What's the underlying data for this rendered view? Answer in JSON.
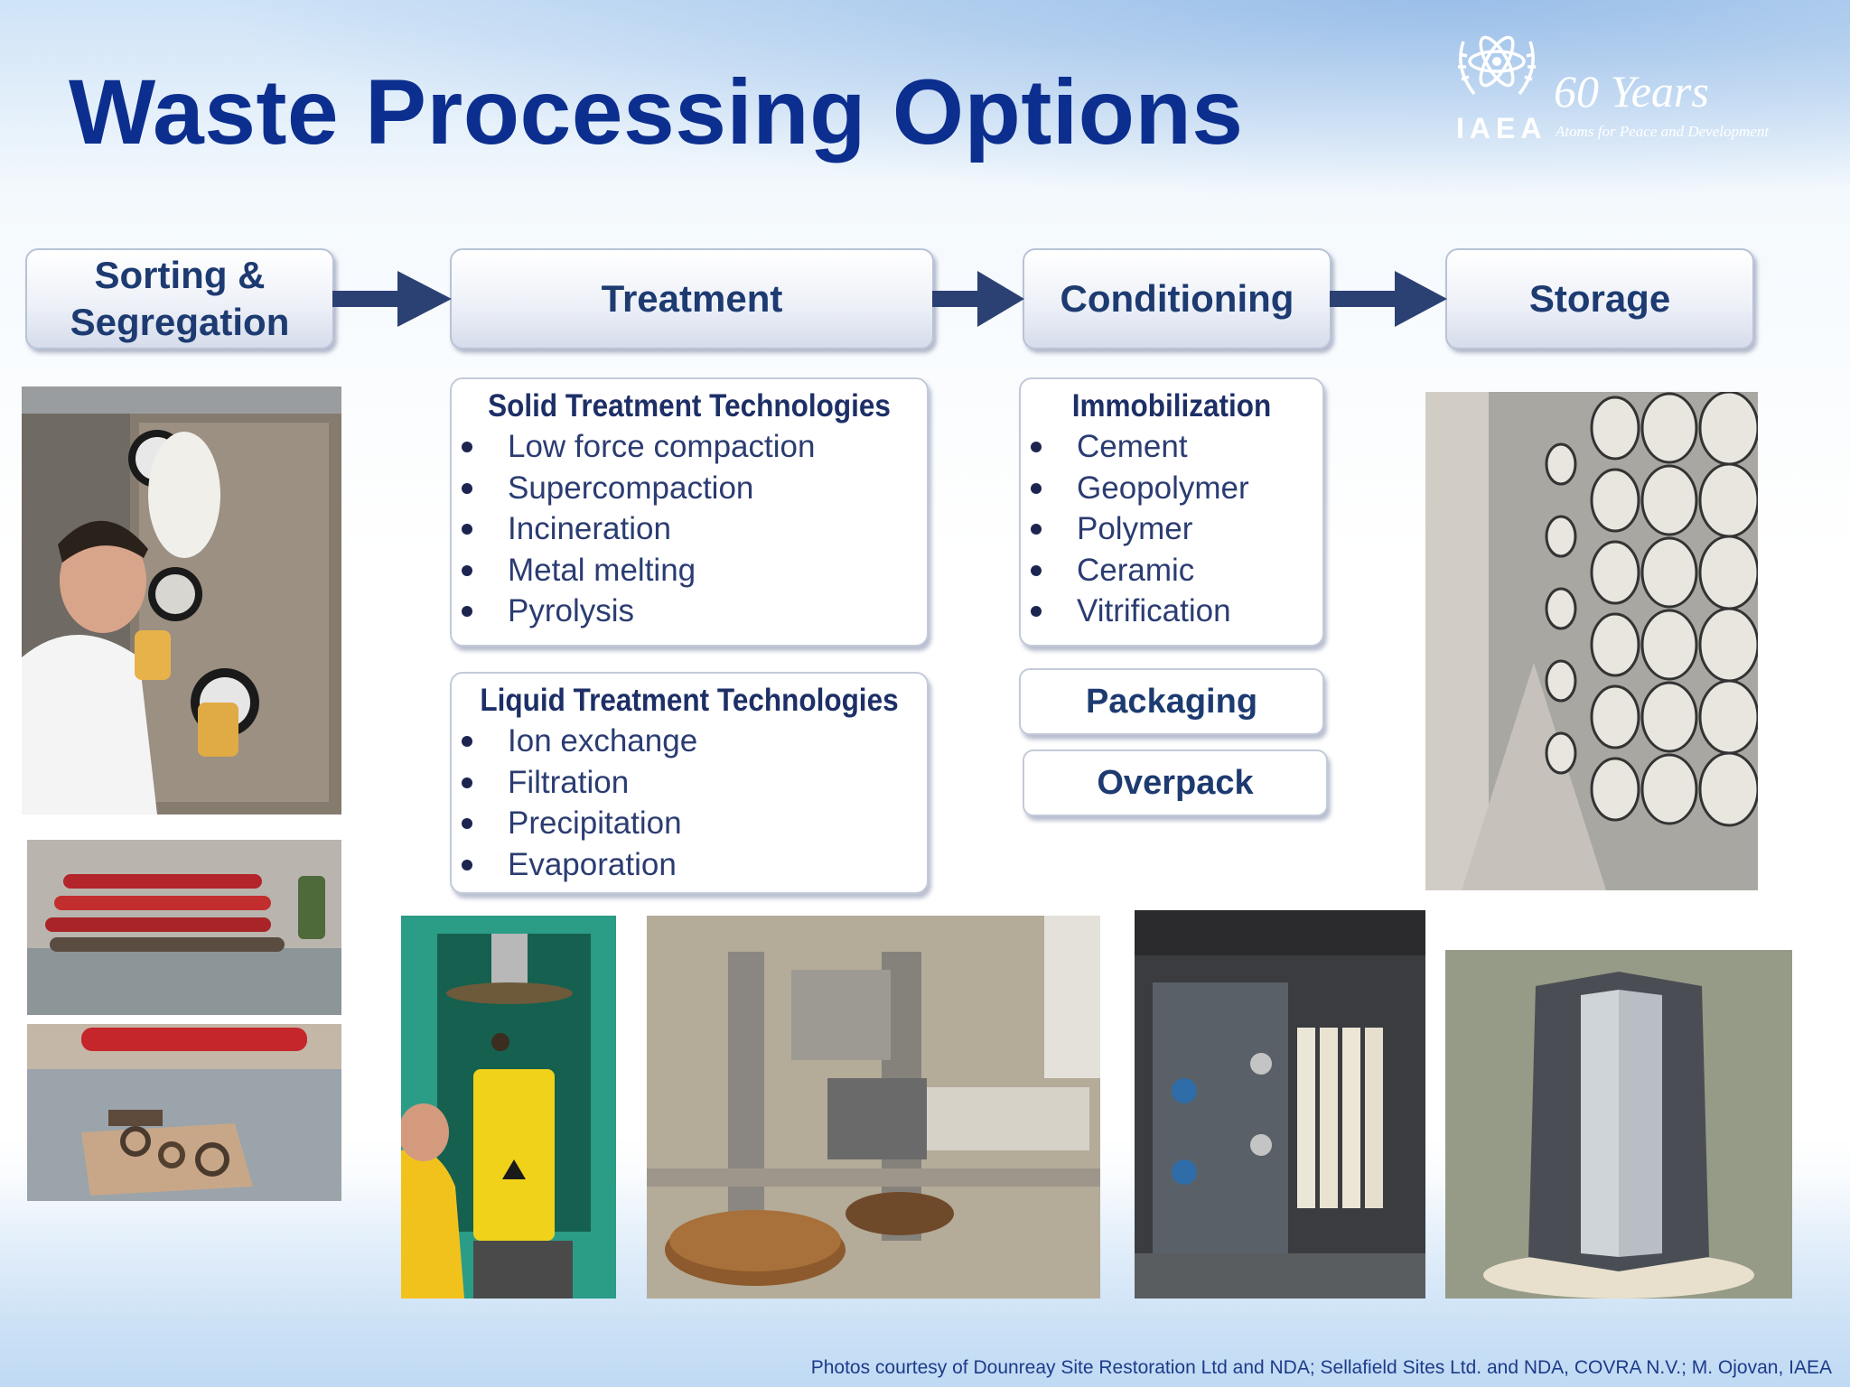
{
  "title": "Waste Processing Options",
  "logo": {
    "years": "60 Years",
    "org": "IAEA",
    "tagline": "Atoms for Peace and Development"
  },
  "steps": {
    "sorting": "Sorting & Segregation",
    "treatment": "Treatment",
    "conditioning": "Conditioning",
    "storage": "Storage"
  },
  "solid_treatment": {
    "title": "Solid Treatment Technologies",
    "items": [
      "Low force compaction",
      "Supercompaction",
      "Incineration",
      "Metal melting",
      "Pyrolysis"
    ]
  },
  "liquid_treatment": {
    "title": "Liquid Treatment Technologies",
    "items": [
      "Ion exchange",
      "Filtration",
      "Precipitation",
      "Evaporation"
    ]
  },
  "immobilization": {
    "title": "Immobilization",
    "items": [
      "Cement",
      "Geopolymer",
      "Polymer",
      "Ceramic",
      "Vitrification"
    ]
  },
  "packaging": "Packaging",
  "overpack": "Overpack",
  "credit": "Photos courtesy of Dounreay Site Restoration Ltd and NDA; Sellafield Sites Ltd. and NDA, COVRA N.V.; M. Ojovan, IAEA",
  "colors": {
    "title": "#0c2f8f",
    "step_text": "#1d3b71",
    "arrow": "#2c4173",
    "list_text": "#2b3c72"
  }
}
